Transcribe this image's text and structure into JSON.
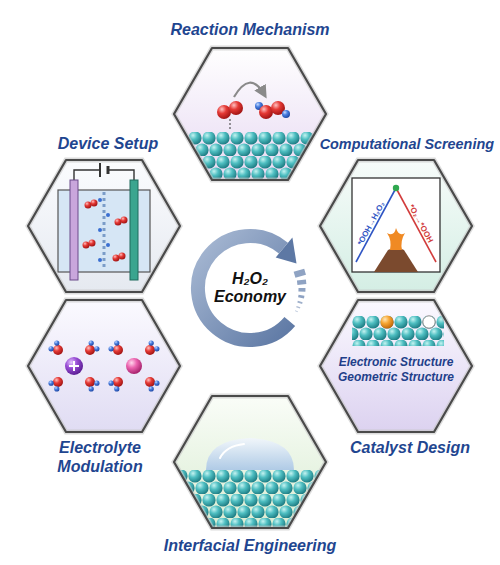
{
  "diagram": {
    "nodes": [
      {
        "text": [
          "Reaction Mechanism"
        ]
      },
      {
        "text": [
          "Device Setup"
        ]
      },
      {
        "text": [
          "Computational Screening"
        ]
      },
      {
        "text": [
          "H₂O₂ Economy"
        ]
      },
      {
        "text": [
          "Electrolyte Modulation"
        ]
      },
      {
        "text": [
          "Catalyst Design",
          "Electronic Structure",
          "Geometric Structure"
        ]
      },
      {
        "text": [
          "Interfacial Engineering"
        ]
      }
    ],
    "labels": [
      "*OOH→H₂O₂",
      "*O₂→*OOH"
    ]
  }
}
